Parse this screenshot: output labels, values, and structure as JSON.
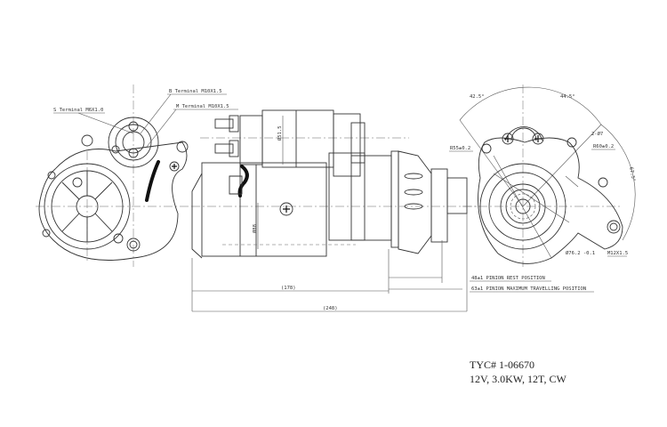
{
  "labels": {
    "s_terminal": "S Terminal M6X1.0",
    "b_terminal": "B Terminal M10X1.5",
    "m_terminal": "M Terminal M10X1.5",
    "dia_solenoid": "Ø51.5",
    "dia_body": "Ø88",
    "angle_left": "42.5°",
    "angle_right": "44.5°",
    "holes": "2-Ø7",
    "r_left": "R55±0.2",
    "r_right": "R60±0.2",
    "angle_side": "67.5°",
    "pilot_dia": "Ø76.2 -0.1",
    "stud": "M12X1.5",
    "pinion_rest": "48±1 PINION REST POSITION",
    "pinion_travel": "63±1 PINION MAXIMUM TRAVELLING POSITION",
    "length_body": "(178)",
    "length_total": "(248)"
  },
  "caption": {
    "part_number": "TYC# 1-06670",
    "spec": "12V, 3.0KW, 12T, CW"
  }
}
